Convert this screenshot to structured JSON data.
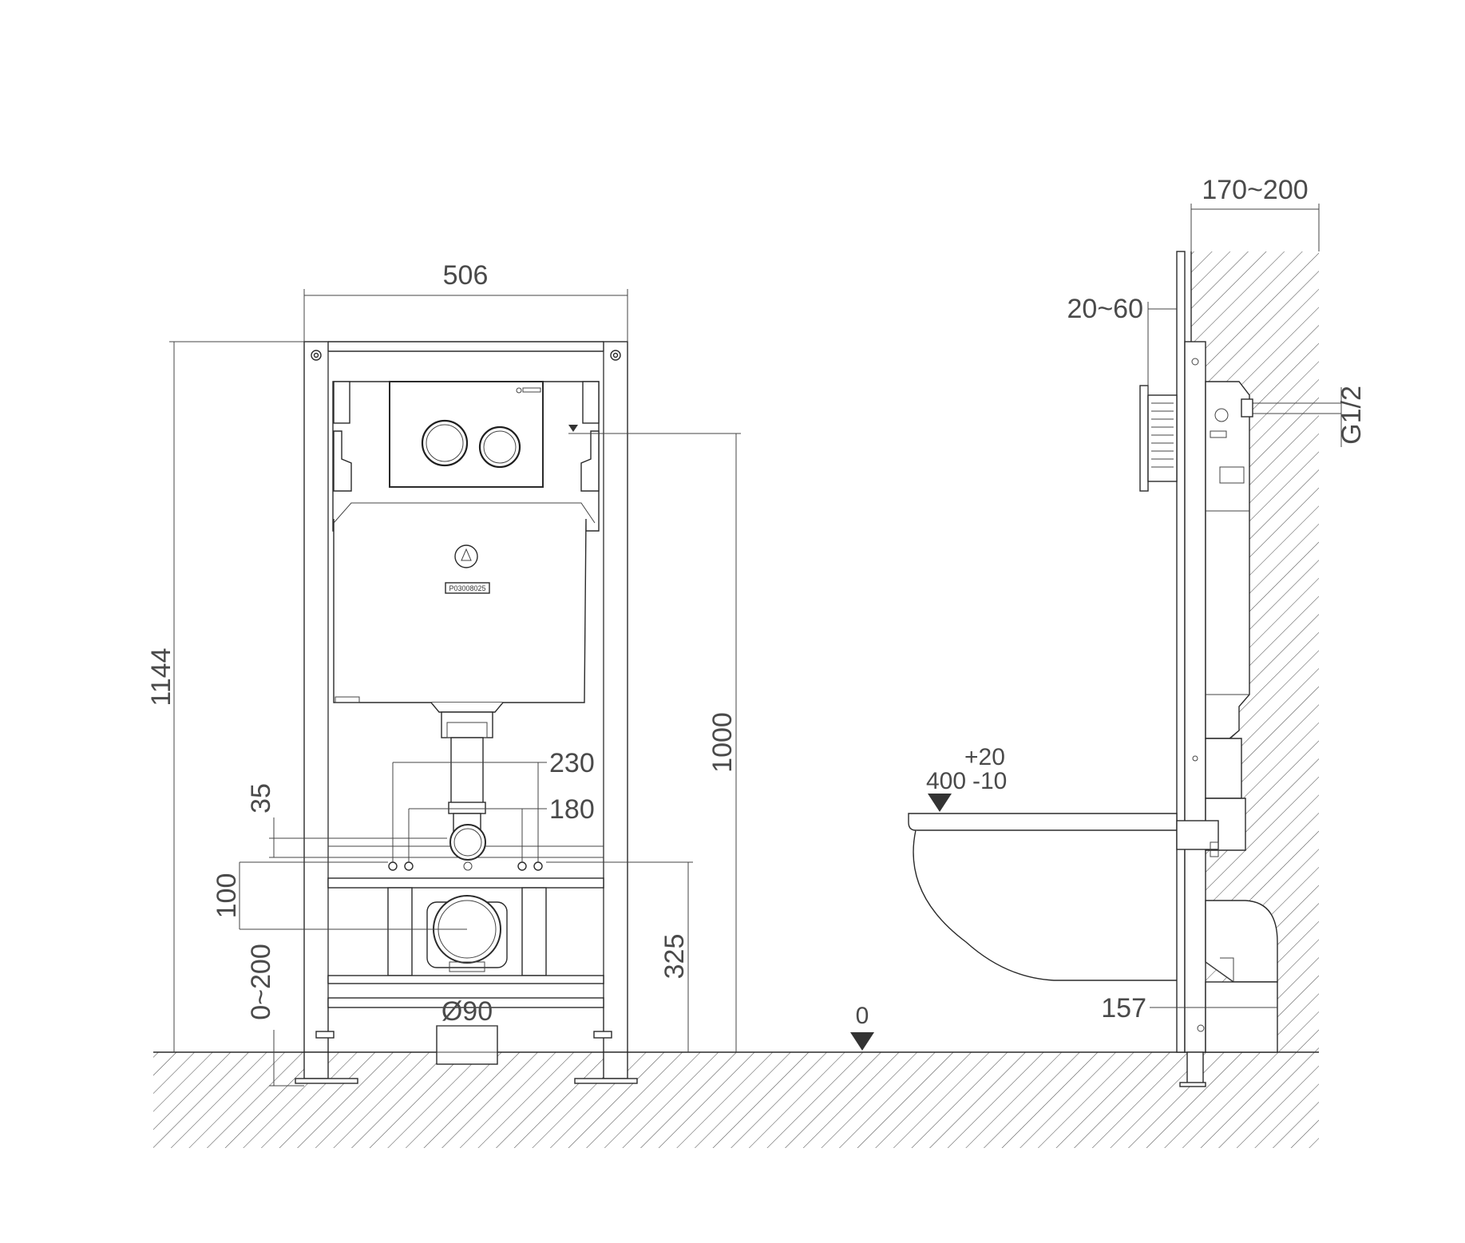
{
  "front_view": {
    "width": "506",
    "height": "1144",
    "button_height": "1000",
    "bolt_spacing_outer": "230",
    "bolt_spacing_inner": "180",
    "bolt_offset": "35",
    "outlet_spacing": "100",
    "adjust_range": "0~200",
    "outlet_height": "325",
    "outlet_diameter": "Ø90",
    "serial_label": "P03008025"
  },
  "side_view": {
    "depth": "170~200",
    "panel_offset": "20~60",
    "water_inlet": "G1/2",
    "bowl_height_tol_upper": "+20",
    "bowl_height": "400",
    "bowl_height_tol_lower": "-10",
    "floor_level": "0",
    "pipe_height": "157"
  },
  "colors": {
    "line": "#2b2b2b",
    "text": "#4a4a4a"
  }
}
